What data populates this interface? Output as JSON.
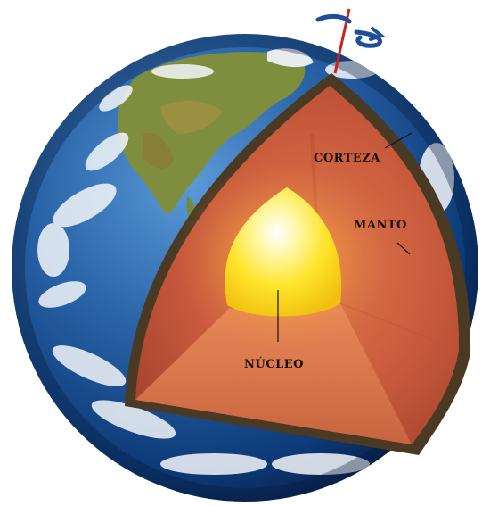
{
  "diagram": {
    "labels": {
      "crust": "CORTEZA",
      "mantle": "MANTO",
      "core": "NÚCLEO"
    },
    "colors": {
      "ocean_dark": "#0d3a78",
      "ocean_light": "#4f8fd0",
      "land": "#7a8a3c",
      "clouds": "#f2f4f8",
      "crust_rim": "#4a3a24",
      "mantle": "#c0553a",
      "mantle_floor": "#d9734c",
      "core": "#ffe43a",
      "axis": "#d02020",
      "rotation_arrow": "#1f4f9a"
    },
    "icons": [
      "rotation-arrow-icon",
      "earth-axis-icon"
    ]
  }
}
